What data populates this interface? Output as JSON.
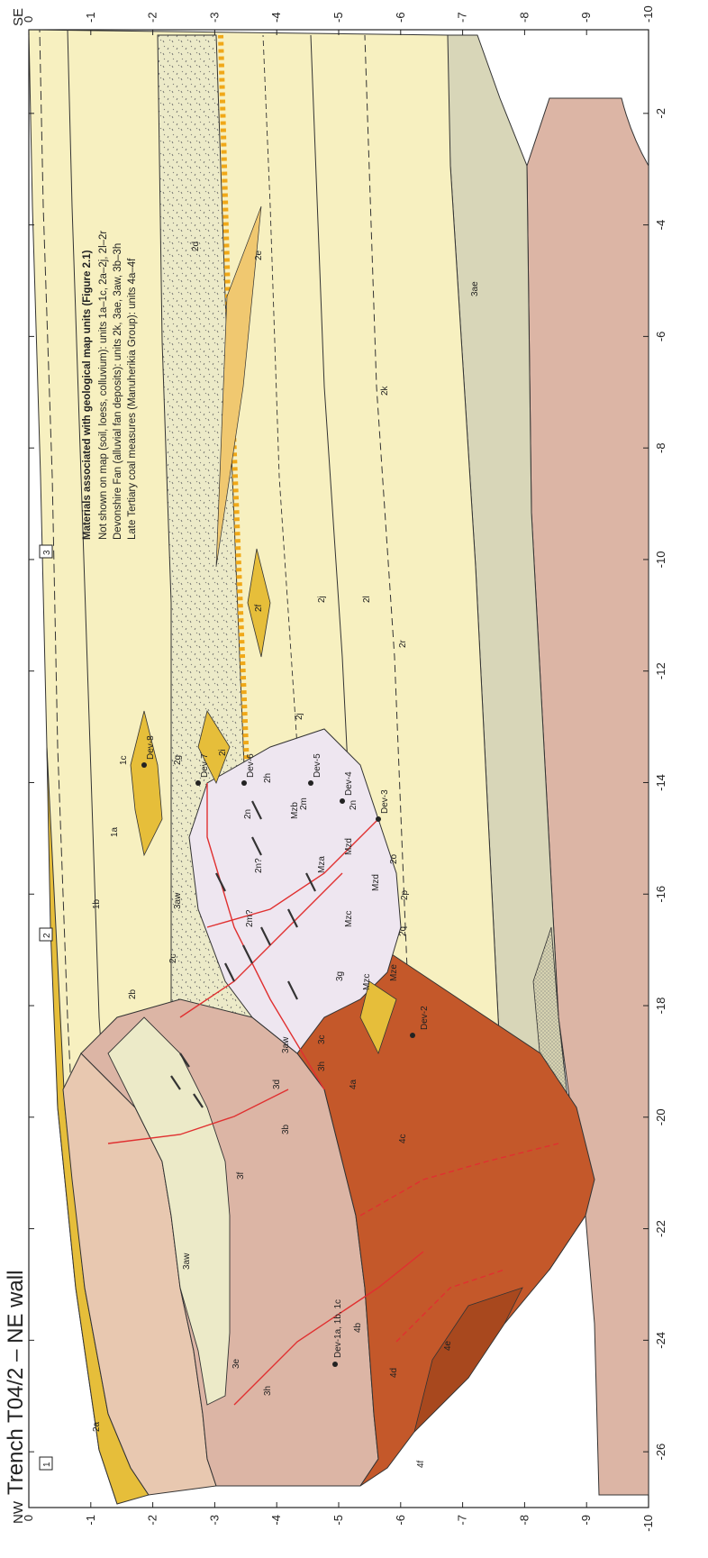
{
  "title": "Trench T04/2 – NE wall",
  "orientation": {
    "left": "NW",
    "right": "SE"
  },
  "axes": {
    "x_ticks": [
      "-26",
      "-24",
      "-22",
      "-20",
      "-18",
      "-16",
      "-14",
      "-12",
      "-10",
      "-8",
      "-6",
      "-4",
      "-2"
    ],
    "y_ticks": [
      "0",
      "-1",
      "-2",
      "-3",
      "-4",
      "-5",
      "-6",
      "-7",
      "-8",
      "-9",
      "-10"
    ],
    "right_y_ticks": [
      "0",
      "-1",
      "-2",
      "-3",
      "-4",
      "-5",
      "-6",
      "-7",
      "-8",
      "-9",
      "-10"
    ],
    "x_range": [
      -27,
      -0.5
    ],
    "y_range": [
      -10,
      0
    ]
  },
  "legend": {
    "heading": "Materials associated with geological map units (Figure 2.1)",
    "lines": [
      "Not shown on map (soil, loess, colluvium): units 1a–1c, 2a–2j, 2l–2r",
      "Devonshire Fan (alluvial fan deposits): units 2k, 3ae, 3aw, 3b–3h",
      "Late Tertiary coal measures (Manuherikia Group): units 4a–4f"
    ]
  },
  "markers": [
    "1",
    "2",
    "3"
  ],
  "samples": [
    "Dev-1a, 1b, 1c",
    "Dev-2",
    "Dev-3",
    "Dev-4",
    "Dev-5",
    "Dev-6",
    "Dev-7",
    "Dev-8"
  ],
  "unit_labels": {
    "u1a": "1a",
    "u1b": "1b",
    "u1c": "1c",
    "u2a": "2a",
    "u2b": "2b",
    "u2c": "2c",
    "u2d": "2d",
    "u2e": "2e",
    "u2f": "2f",
    "u2g": "2g",
    "u2h": "2h",
    "u2i": "2i",
    "u2j": "2j",
    "u2j2": "2j",
    "u2k": "2k",
    "u2l": "2l",
    "u2m": "2m",
    "u2n": "2n",
    "u2o": "2o",
    "u2p": "2p",
    "u2r": "2r",
    "u2m2": "2m?",
    "u2n2": "2n?",
    "u2n3": "2n",
    "u2q": "2q",
    "u3aw": "3aw",
    "u3aw2": "3aw",
    "u3aw3": "3aw",
    "u3ae": "3ae",
    "u3b": "3b",
    "u3c": "3c",
    "u3d": "3d",
    "u3e": "3e",
    "u3f": "3f",
    "u3g": "3g",
    "u3h": "3h",
    "u3h2": "3h",
    "u4a": "4a",
    "u4b": "4b",
    "u4c": "4c",
    "u4d": "4d",
    "u4e": "4e",
    "u4f": "4f",
    "mza": "Mza",
    "mzb": "Mzb",
    "mzc": "Mzc",
    "mzc2": "Mzc",
    "mzd": "Mzd",
    "mzd2": "Mzd",
    "mze": "Mze"
  },
  "colors": {
    "loess": "#f7f0c0",
    "yellow": "#e6be3a",
    "gold": "#f0a818",
    "fan": "#e8c8b0",
    "fan_pink": "#dcb5a5",
    "coal": "#c4582a",
    "coal_dark": "#a8481e",
    "grey": "#d8d6b8",
    "mz": "#eee6f0",
    "fault": "#e03030"
  }
}
